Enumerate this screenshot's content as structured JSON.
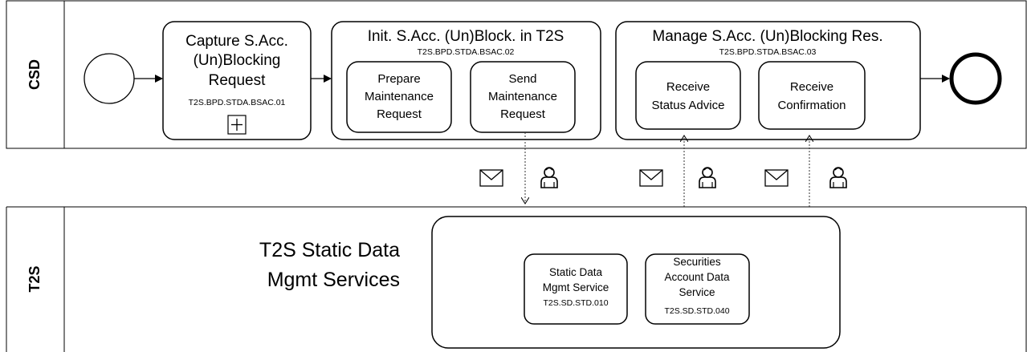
{
  "lanes": {
    "csd": {
      "label": "CSD"
    },
    "t2s": {
      "label": "T2S"
    }
  },
  "csd": {
    "capture": {
      "title_lines": [
        "Capture S.Acc.",
        "(Un)Blocking",
        "Request"
      ],
      "code": "T2S.BPD.STDA.BSAC.01"
    },
    "init_block": {
      "title": "Init. S.Acc. (Un)Block. in T2S",
      "code": "T2S.BPD.STDA.BSAC.02",
      "tasks": [
        {
          "lines": [
            "Prepare",
            "Maintenance",
            "Request"
          ]
        },
        {
          "lines": [
            "Send",
            "Maintenance",
            "Request"
          ]
        }
      ]
    },
    "manage_block": {
      "title": "Manage S.Acc. (Un)Blocking Res.",
      "code": "T2S.BPD.STDA.BSAC.03",
      "tasks": [
        {
          "lines": [
            "Receive",
            "Status Advice"
          ]
        },
        {
          "lines": [
            "Receive",
            "Confirmation"
          ]
        }
      ]
    }
  },
  "t2s": {
    "pool_title_lines": [
      "T2S Static Data",
      "Mgmt Services"
    ],
    "services": [
      {
        "lines": [
          "Static Data",
          "Mgmt Service"
        ],
        "code": "T2S.SD.STD.010"
      },
      {
        "lines": [
          "Securities",
          "Account Data",
          "Service"
        ],
        "code": "T2S.SD.STD.040"
      }
    ]
  },
  "icons": [
    "start-event-icon",
    "end-event-icon",
    "subprocess-plus-icon",
    "envelope-icon",
    "user-icon"
  ]
}
